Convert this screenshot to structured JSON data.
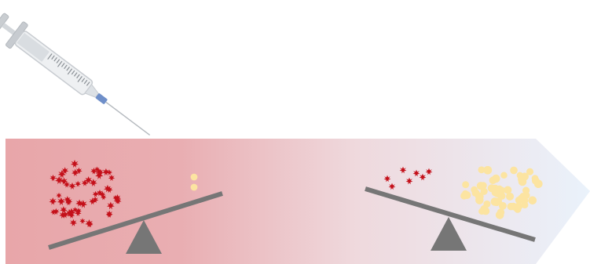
{
  "diagram": {
    "syringe": {
      "icon": "syringe-icon"
    },
    "band": {
      "color_start": "#E8A6A9",
      "color_mid": "#EFD9DD",
      "color_end": "#EAF2FB",
      "shape": "arrow-right"
    },
    "left_balance": {
      "tilt": "down-left",
      "red_particle_count": 60,
      "yellow_particle_count": 2,
      "heavier_side": "red"
    },
    "right_balance": {
      "tilt": "down-right",
      "red_particle_count": 7,
      "yellow_particle_count": 60,
      "heavier_side": "yellow"
    },
    "colors": {
      "red_particle": "#C4101A",
      "yellow_particle": "#FCE4A1",
      "beam": "#767676",
      "fulcrum": "#767676",
      "syringe_barrel": "#E9ECEF",
      "syringe_plunger": "#BFC4C9",
      "needle_hub": "#6F8FC9"
    }
  }
}
